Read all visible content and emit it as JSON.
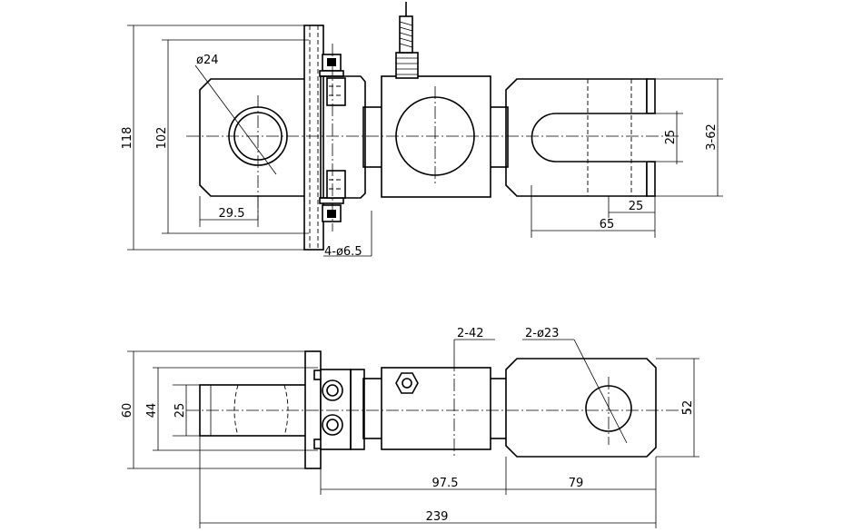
{
  "drawing": {
    "top_view": {
      "dims": {
        "overall_height": "118",
        "inner_height": "102",
        "hole_diameter": "ø24",
        "hole_offset": "29.5",
        "mount_holes": "4-ø6.5",
        "slot_width": "25",
        "clevis_height": "3-62",
        "slot_depth": "25",
        "clevis_length": "65"
      }
    },
    "side_view": {
      "dims": {
        "flange_height": "60",
        "block_height": "44",
        "shank_height": "25",
        "body_width": "2-42",
        "pin_hole": "2-ø23",
        "clevis_height": "52",
        "center_span": "97.5",
        "clevis_length": "79",
        "overall_length": "239"
      }
    }
  }
}
